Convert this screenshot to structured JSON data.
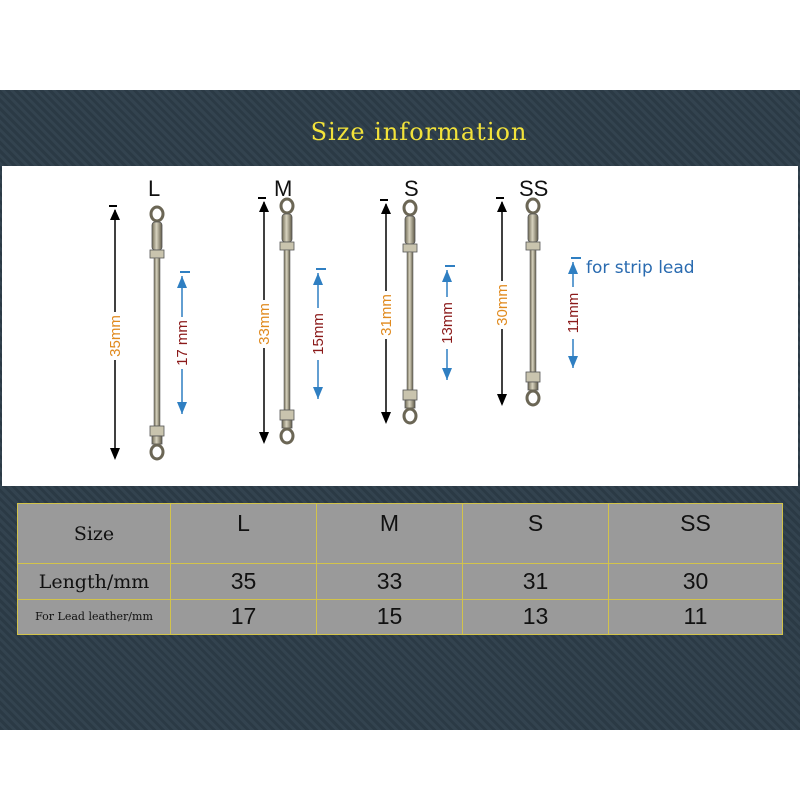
{
  "title": "Size information",
  "diagram": {
    "items": [
      {
        "size": "L",
        "total": "35mm",
        "lead": "17 mm"
      },
      {
        "size": "M",
        "total": "33mm",
        "lead": "15mm"
      },
      {
        "size": "S",
        "total": "31mm",
        "lead": "13mm"
      },
      {
        "size": "SS",
        "total": "30mm",
        "lead": "11mm"
      }
    ],
    "strip_note": "for strip lead",
    "colors": {
      "total": "#e08a1e",
      "lead": "#8b1a1a",
      "arrow": "#2f7fc2"
    }
  },
  "table": {
    "headers": [
      "Size",
      "L",
      "M",
      "S",
      "SS"
    ],
    "rows": [
      {
        "label": "Length/mm",
        "values": [
          "35",
          "33",
          "31",
          "30"
        ]
      },
      {
        "label": "For Lead leather/mm",
        "values": [
          "17",
          "15",
          "13",
          "11"
        ]
      }
    ]
  }
}
